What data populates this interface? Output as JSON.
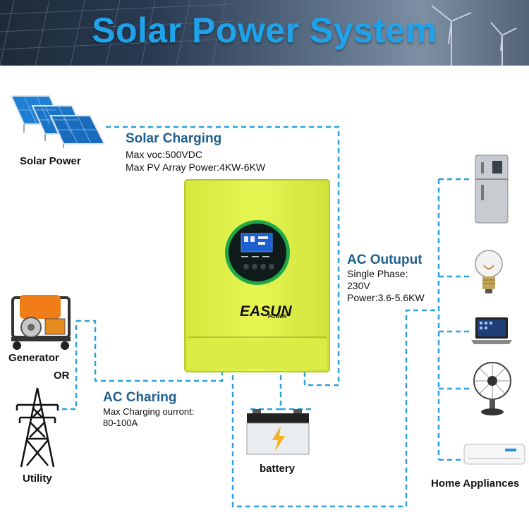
{
  "title": "Solar Power System",
  "solar": {
    "source_label": "Solar Power",
    "heading": "Solar Charging",
    "line1": "Max voc:500VDC",
    "line2": "Max PV Array Power:4KW-6KW"
  },
  "ac_output": {
    "heading": "AC Outuput",
    "line1": "Single Phase:",
    "line2": "230V",
    "line3": "Power:3.6-5.6KW"
  },
  "ac_charging": {
    "heading": "AC Charing",
    "line1": "Max Charging ourront:",
    "line2": "80-100A"
  },
  "sources": {
    "generator": "Generator",
    "or": "OR",
    "utility": "Utility"
  },
  "battery_label": "battery",
  "appliances_label": "Home Appliances",
  "inverter": {
    "brand": "EASUN",
    "brand_sub": "POWER",
    "body_color": "#e2f24a"
  },
  "colors": {
    "title": "#1fa3ea",
    "dashed_line": "#2ea0dc",
    "heading": "#1f5f8f"
  },
  "icons": [
    "solar-panels-icon",
    "generator-icon",
    "transmission-tower-icon",
    "battery-icon",
    "refrigerator-icon",
    "light-bulb-icon",
    "laptop-icon",
    "fan-icon",
    "air-conditioner-icon"
  ]
}
